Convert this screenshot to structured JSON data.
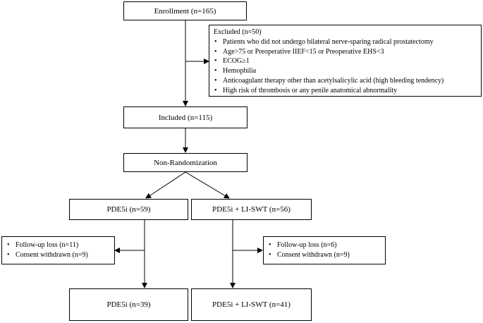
{
  "enrollment": "Enrollment  (n=165)",
  "excluded": {
    "title": "Excluded  (n=50)",
    "items": [
      "Patients who did not undergo bilateral nerve-sparing radical prostatectomy",
      "Age>75 or Preoperative  IIEF<15 or Preoperative  EHS<3",
      "ECOG≥1",
      "Hemophilia",
      "Anticoagulant therapy other than acetylsalicylic acid (high bleeding tendency)",
      "High risk of thrombosis  or any penile anatomical  abnormality"
    ]
  },
  "included": "Included  (n=115)",
  "randomization": "Non-Randomization",
  "arms": {
    "left": "PDE5i  (n=59)",
    "right": "PDE5i  + LI-SWT  (n=56)"
  },
  "losses": {
    "left": [
      "Follow-up  loss  (n=11)",
      "Consent  withdrawn  (n=9)"
    ],
    "right": [
      "Follow-up  loss  (n=6)",
      "Consent  withdrawn  (n=9)"
    ]
  },
  "final": {
    "left": "PDE5i  (n=39)",
    "right": "PDE5i  + LI-SWT  (n=41)"
  }
}
